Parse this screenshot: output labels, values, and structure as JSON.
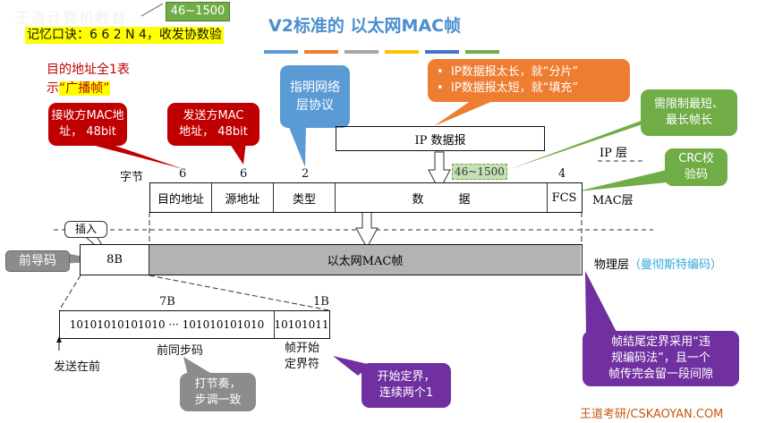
{
  "watermark": "王道计算机教育",
  "top_range_label": "46~1500",
  "mnemonic": "记忆口诀：6 6 2 N 4，收发协数验",
  "title": "V2标准的 以太网MAC帧",
  "title_bars": [
    "#5b9bd5",
    "#ed7d31",
    "#a5a5a5",
    "#ffc000",
    "#4472c4",
    "#70ad47"
  ],
  "broadcast_note": {
    "line1": "目的地址全1表",
    "line2_prefix": "示",
    "line2_highlight": "“广播帧”"
  },
  "callouts": {
    "dest_mac": {
      "line1": "接收方MAC地",
      "line2": "址， 48bit",
      "color": "#c00000"
    },
    "src_mac": {
      "line1": "发送方MAC",
      "line2": "地址， 48bit",
      "color": "#c00000"
    },
    "type": {
      "line1": "指明网络",
      "line2": "层协议",
      "color": "#5b9bd5"
    },
    "ip_len": {
      "bullet1": "IP数据报太长，就“分片”",
      "bullet2": "IP数据报太短，就“填充”",
      "color": "#ed7d31"
    },
    "limit": {
      "line1": "需限制最短、",
      "line2": "最长帧长",
      "color": "#70ad47"
    },
    "crc": {
      "line1": "CRC校",
      "line2": "验码",
      "color": "#70ad47"
    },
    "insert": {
      "text": "插入"
    },
    "preamble": {
      "text": "前导码",
      "color": "#8c8c8c"
    },
    "rhythm": {
      "line1": "打节奏，",
      "line2": "步调一致",
      "color": "#8c8c8c"
    },
    "sfd": {
      "line1": "开始定界，",
      "line2": "连续两个1",
      "color": "#7030a0"
    },
    "end": {
      "line1": "帧结尾定界采用“违",
      "line2": "规编码法”，且一个",
      "line3": "帧传完会留一段间隙",
      "color": "#7030a0"
    }
  },
  "ip_datagram": "IP 数据报",
  "ip_layer": "IP 层",
  "mac_layer": "MAC层",
  "phys_layer": {
    "label": "物理层",
    "note": "（曼彻斯特编码）"
  },
  "bytes_label": "字节",
  "field_sizes": [
    "6",
    "6",
    "2",
    "46~1500",
    "4"
  ],
  "fields": [
    "目的地址",
    "源地址",
    "类型",
    "数　　　据",
    "FCS"
  ],
  "phys_frame": {
    "preamble_size": "8B",
    "mac_frame": "以太网MAC帧"
  },
  "preamble_detail": {
    "size_7b": "7B",
    "size_1b": "1B",
    "sync_bits": "10101010101010  ···  101010101010",
    "sfd_bits": "10101011",
    "sync_label": "前同步码",
    "sfd_label_line1": "帧开始",
    "sfd_label_line2": "定界符",
    "send_first": "发送在前"
  },
  "footer": "王道考研/CSKAOYAN.COM"
}
